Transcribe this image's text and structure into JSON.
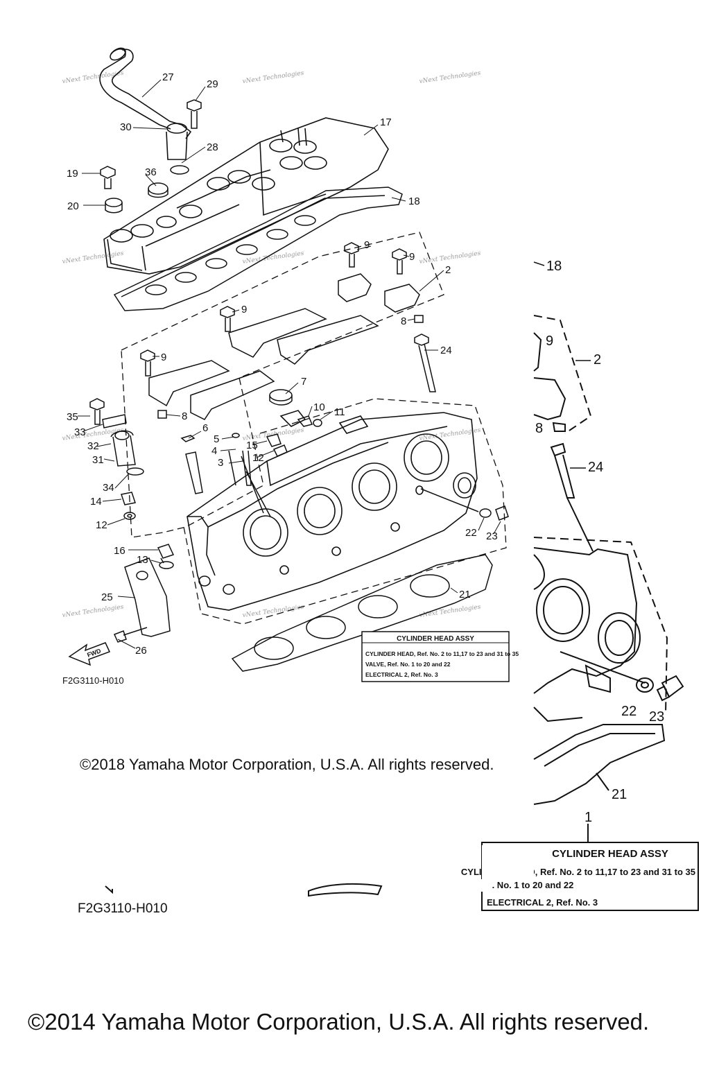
{
  "callouts": {
    "c1": "1",
    "c2": "2",
    "c3": "3",
    "c4": "4",
    "c5": "5",
    "c6": "6",
    "c7": "7",
    "c8": "8",
    "c9": "9",
    "c10": "10",
    "c11": "11",
    "c12": "12",
    "c13": "13",
    "c14": "14",
    "c15": "15",
    "c16": "16",
    "c17": "17",
    "c18": "18",
    "c19": "19",
    "c20": "20",
    "c21": "21",
    "c22": "22",
    "c23": "23",
    "c24": "24",
    "c25": "25",
    "c26": "26",
    "c27": "27",
    "c28": "28",
    "c29": "29",
    "c30": "30",
    "c31": "31",
    "c32": "32",
    "c33": "33",
    "c34": "34",
    "c35": "35",
    "c36": "36"
  },
  "fwd_label": "FWD",
  "diagram_code": "F2G3110-H010",
  "watermark": "vNext Technologies",
  "assy_box": {
    "title": "CYLINDER HEAD ASSY",
    "line1": "CYLINDER HEAD, Ref. No. 2 to 11,17 to 23 and 31 to 35",
    "line2": "VALVE, Ref. No. 1 to 20 and 22",
    "line3": "ELECTRICAL 2, Ref. No. 3"
  },
  "copyright_2018": "©2018 Yamaha Motor Corporation, U.S.A. All rights reserved.",
  "copyright_2014": "©2014 Yamaha Motor Corporation, U.S.A. All rights reserved."
}
